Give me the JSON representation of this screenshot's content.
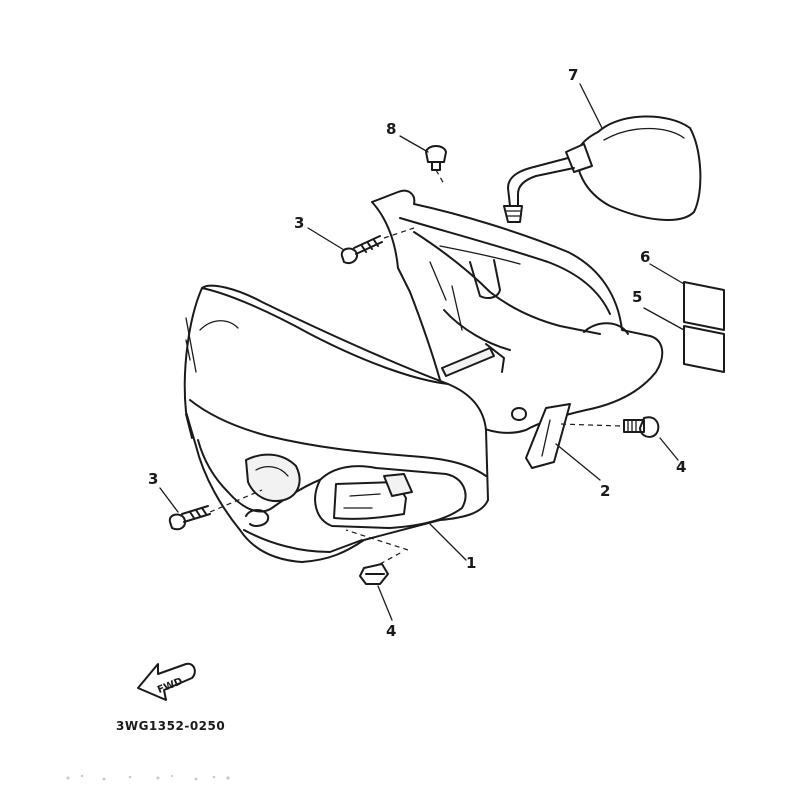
{
  "diagram": {
    "callouts": {
      "part1": "1",
      "part2": "2",
      "part3_upper": "3",
      "part3_lower": "3",
      "part4_right": "4",
      "part4_lower": "4",
      "part5": "5",
      "part6": "6",
      "part7": "7",
      "part8": "8"
    },
    "direction_label": "FWD",
    "diagram_code": "3WG1352-0250"
  }
}
